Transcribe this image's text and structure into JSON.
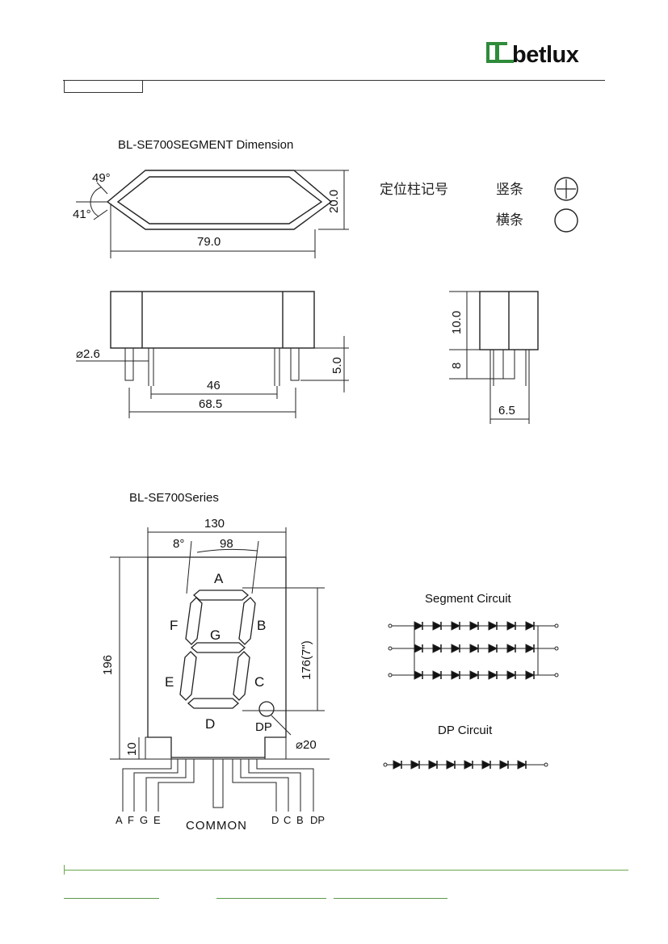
{
  "brand": {
    "name": "betlux",
    "color": "#2e8b3a"
  },
  "section1": {
    "title": "BL-SE700SEGMENT Dimension",
    "angle_top": "49°",
    "angle_bottom": "41°",
    "dim_height": "20.0",
    "dim_length": "79.0",
    "pin_diameter": "⌀2.6",
    "dim_pin_length": "5.0",
    "dim_pin_span": "46",
    "dim_base_span": "68.5",
    "side_dim_body": "10.0",
    "side_dim_pin": "8",
    "side_dim_width": "6.5",
    "legend_title": "定位柱记号",
    "legend_items": [
      {
        "label": "竖条",
        "symbol": "cross-circle-icon"
      },
      {
        "label": "横条",
        "symbol": "circle-icon"
      }
    ]
  },
  "section2": {
    "title": "BL-SE700Series",
    "dim_width": "130",
    "dim_angle": "8°",
    "dim_digit_width": "98",
    "dim_height": "196",
    "dim_digit_height": "176(7\")",
    "dim_base": "10",
    "dp_diameter": "⌀20",
    "segments": {
      "a": "A",
      "b": "B",
      "c": "C",
      "d": "D",
      "e": "E",
      "f": "F",
      "g": "G",
      "dp": "DP"
    },
    "pins_left": [
      "A",
      "F",
      "G",
      "E"
    ],
    "pin_common": "COMMON",
    "pins_right": [
      "D",
      "C",
      "B",
      "DP"
    ]
  },
  "circuits": {
    "segment_title": "Segment Circuit",
    "dp_title": "DP Circuit"
  }
}
